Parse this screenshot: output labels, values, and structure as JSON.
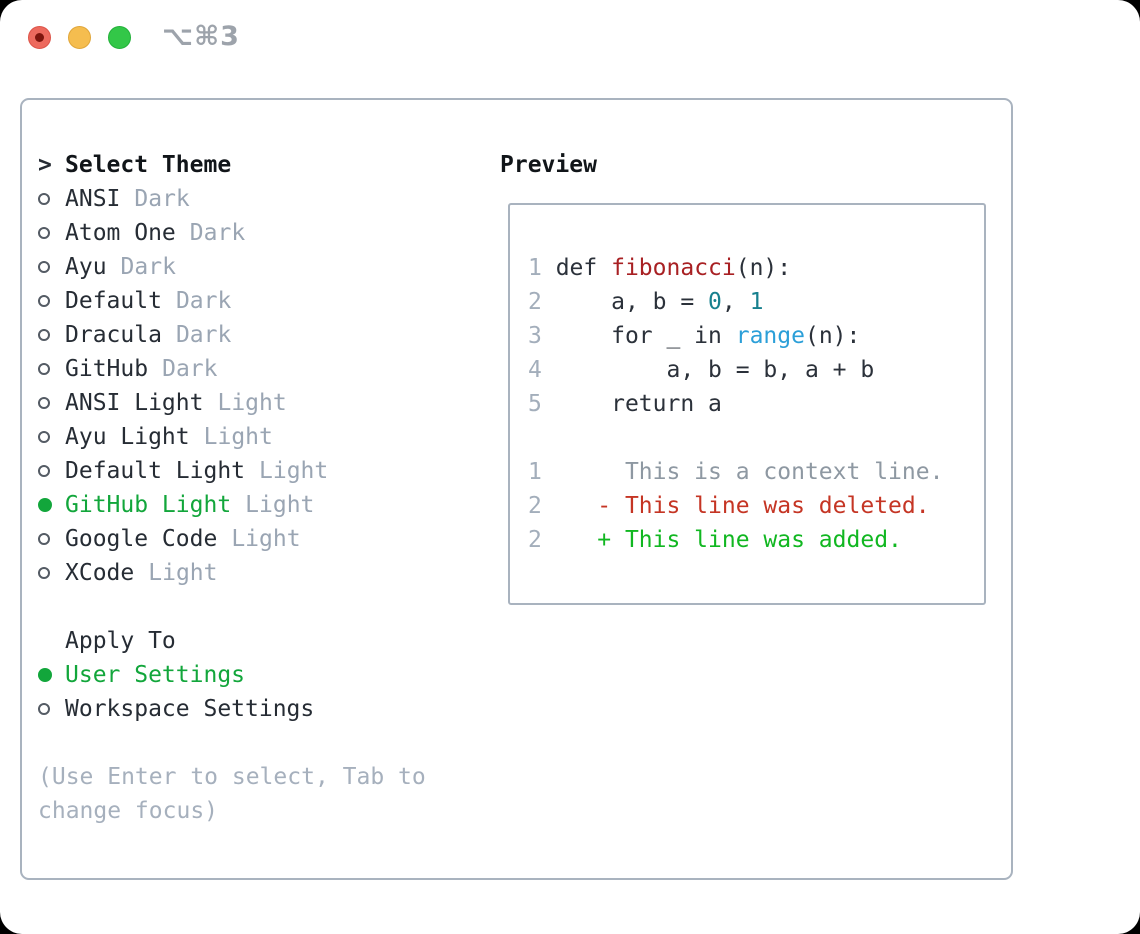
{
  "window": {
    "title": "⌥⌘3",
    "buttons": [
      {
        "name": "close",
        "color": "#ed6a5e",
        "has_dot": true
      },
      {
        "name": "minimize",
        "color": "#f5bd4f",
        "has_dot": false
      },
      {
        "name": "maximize",
        "color": "#33c748",
        "has_dot": false
      }
    ]
  },
  "left": {
    "header": {
      "marker": ">",
      "label": "Select Theme"
    },
    "themes": [
      {
        "name": "ANSI",
        "variant": "Dark",
        "selected": false
      },
      {
        "name": "Atom One",
        "variant": "Dark",
        "selected": false
      },
      {
        "name": "Ayu",
        "variant": "Dark",
        "selected": false
      },
      {
        "name": "Default",
        "variant": "Dark",
        "selected": false
      },
      {
        "name": "Dracula",
        "variant": "Dark",
        "selected": false
      },
      {
        "name": "GitHub",
        "variant": "Dark",
        "selected": false
      },
      {
        "name": "ANSI Light",
        "variant": "Light",
        "selected": false
      },
      {
        "name": "Ayu Light",
        "variant": "Light",
        "selected": false
      },
      {
        "name": "Default Light",
        "variant": "Light",
        "selected": false
      },
      {
        "name": "GitHub Light",
        "variant": "Light",
        "selected": true
      },
      {
        "name": "Google Code",
        "variant": "Light",
        "selected": false
      },
      {
        "name": "XCode",
        "variant": "Light",
        "selected": false
      }
    ],
    "apply_to": {
      "header": "Apply To",
      "options": [
        {
          "name": "User Settings",
          "selected": true
        },
        {
          "name": "Workspace Settings",
          "selected": false
        }
      ]
    },
    "help_lines": [
      "(Use Enter to select, Tab to",
      "change focus)"
    ]
  },
  "preview": {
    "header": "Preview",
    "lines": [
      {
        "num": "1",
        "segments": [
          {
            "text": " def ",
            "style": "code"
          },
          {
            "text": "fibonacci",
            "style": "function"
          },
          {
            "text": "(n):",
            "style": "code"
          }
        ]
      },
      {
        "num": "2",
        "segments": [
          {
            "text": "     a, b = ",
            "style": "code"
          },
          {
            "text": "0",
            "style": "number"
          },
          {
            "text": ", ",
            "style": "code"
          },
          {
            "text": "1",
            "style": "number"
          }
        ]
      },
      {
        "num": "3",
        "segments": [
          {
            "text": "     for _ in ",
            "style": "code"
          },
          {
            "text": "range",
            "style": "builtin"
          },
          {
            "text": "(n):",
            "style": "code"
          }
        ]
      },
      {
        "num": "4",
        "segments": [
          {
            "text": "         a, b = b, a + b",
            "style": "code"
          }
        ]
      },
      {
        "num": "5",
        "segments": [
          {
            "text": "     return a",
            "style": "code"
          }
        ]
      },
      {
        "num": "",
        "segments": []
      },
      {
        "num": "1",
        "segments": [
          {
            "text": "      This is a context line.",
            "style": "context"
          }
        ]
      },
      {
        "num": "2",
        "segments": [
          {
            "text": "    - This line was deleted.",
            "style": "deleted"
          }
        ]
      },
      {
        "num": "2",
        "segments": [
          {
            "text": "    + This line was added.",
            "style": "added"
          }
        ]
      }
    ]
  },
  "icons": {
    "radio_unselected": "○",
    "radio_selected": "●",
    "header_pointer": ">"
  },
  "colors": {
    "selected_green": "#12a63b",
    "added_green": "#11b721",
    "deleted_red": "#c53524",
    "function_red": "#a82023",
    "number_teal": "#17808e",
    "builtin_blue": "#2b9fd8",
    "context_gray": "#8e98a2",
    "line_number_gray": "#a3aebb",
    "muted_gray": "#9aa5b3",
    "text_dark": "#262c34",
    "panel_border_gray": "#a9b3bf",
    "title_gray": "#9da3ab",
    "traffic_red": "#ed6a5e",
    "traffic_yellow": "#f5bd4f",
    "traffic_green": "#33c748"
  }
}
